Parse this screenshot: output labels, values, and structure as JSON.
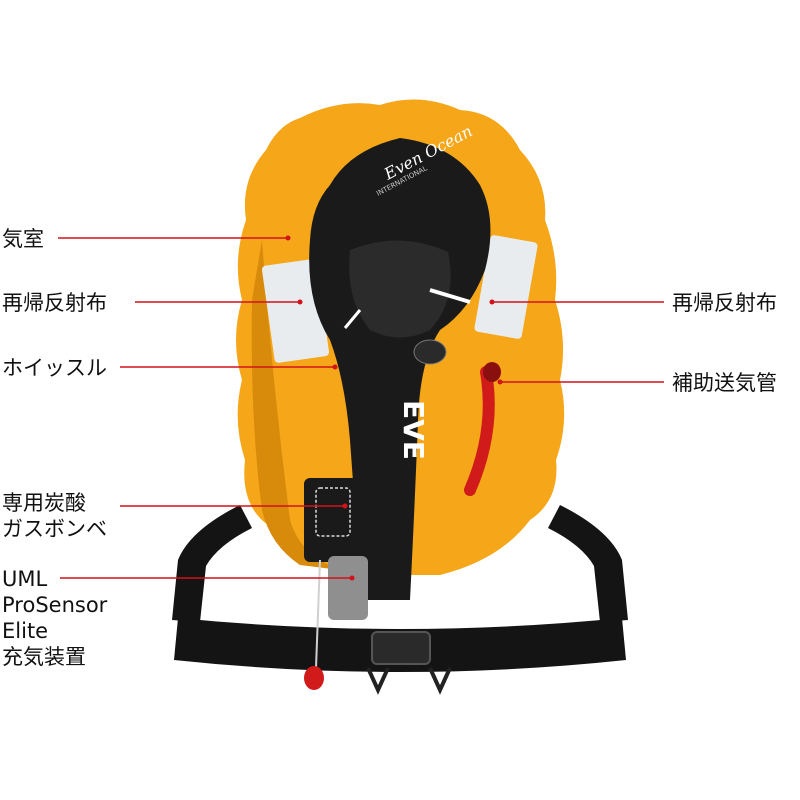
{
  "colors": {
    "bladder": "#f5a619",
    "bladder_shade": "#d88a0b",
    "body": "#1a1a1a",
    "strap": "#141414",
    "leader_line": "#d3121a",
    "tube": "#d11a1a",
    "reflective": "#e8ecef"
  },
  "product": {
    "brand_script": "Even Ocean",
    "brand_sub": "INTERNATIONAL",
    "mark": "EVE"
  },
  "labels": {
    "chamber": "気室",
    "reflective_left": "再帰反射布",
    "reflective_right": "再帰反射布",
    "whistle": "ホイッスル",
    "oral_tube": "補助送気管",
    "gas_cylinder": "専用炭酸\nガスボンベ",
    "inflator": "UML\nProSensor\nElite\n充気装置"
  }
}
